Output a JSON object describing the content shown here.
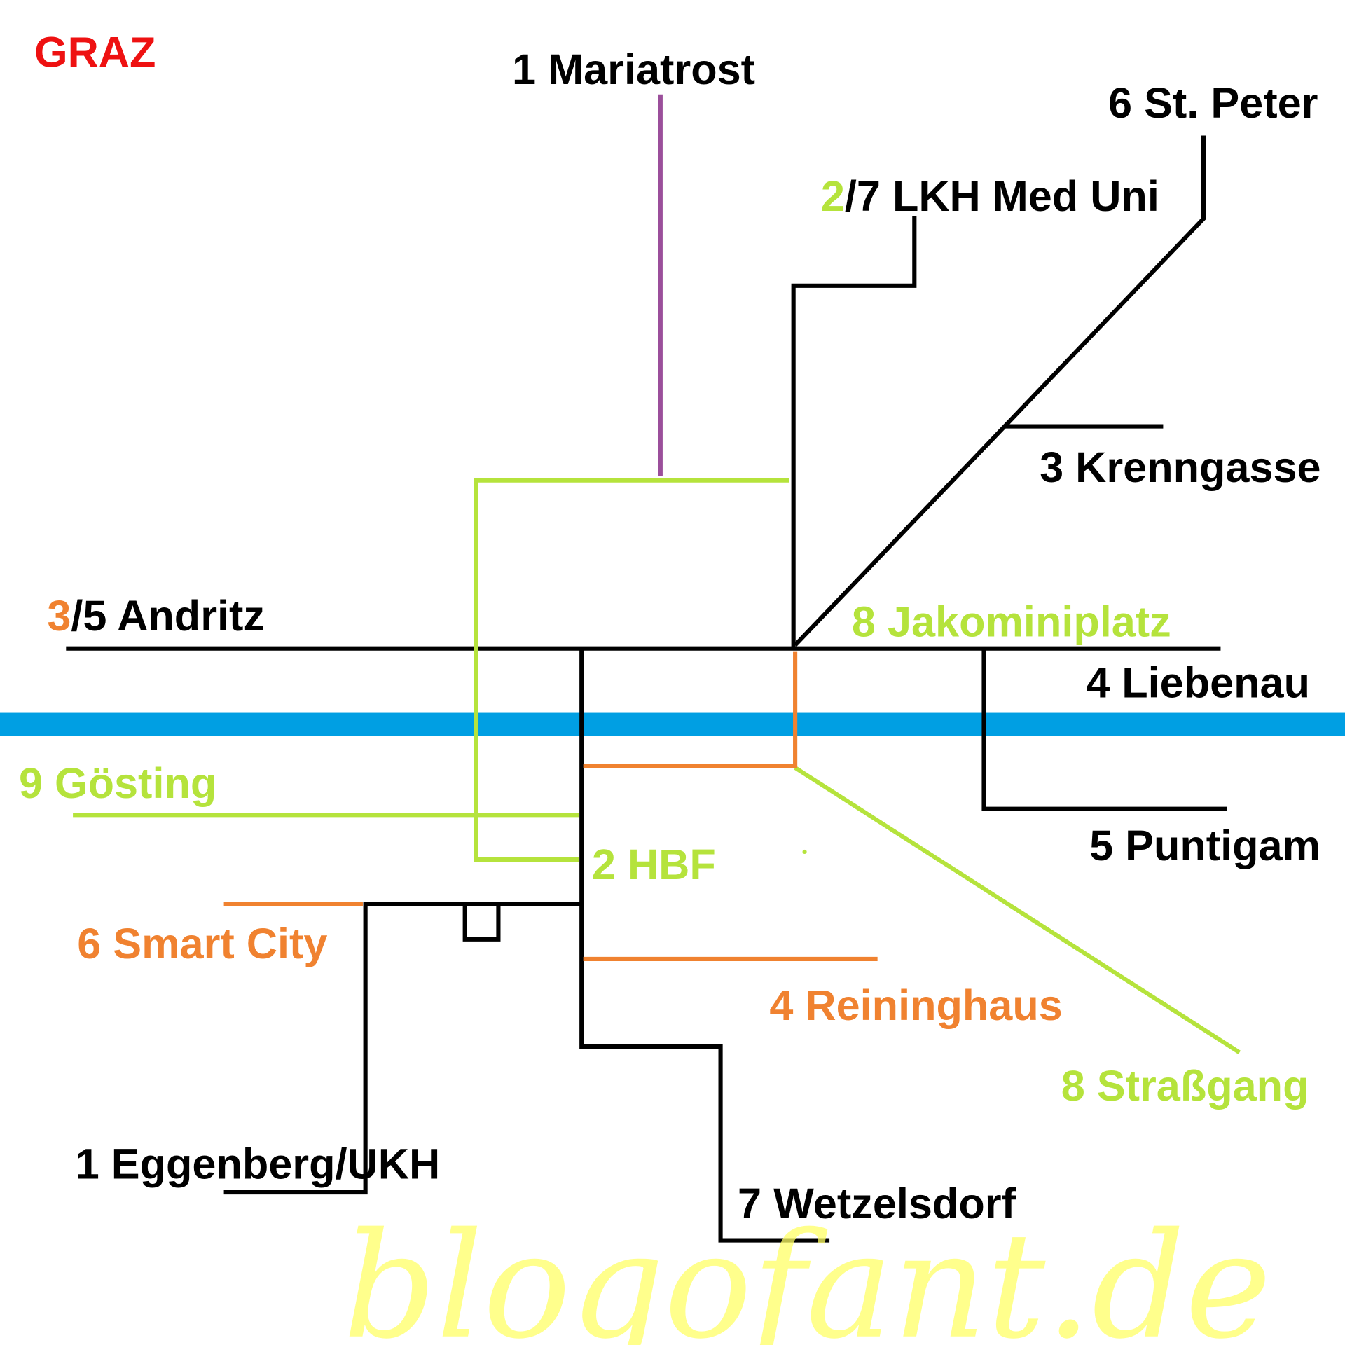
{
  "title": "GRAZ",
  "colors": {
    "river": "#009fe3",
    "black_line": "#000000",
    "green_line": "#b5e33c",
    "orange_line": "#f08230",
    "purple_line": "#9b4f9b",
    "title": "#ee1111"
  },
  "stops": {
    "mariatrost": "1 Mariatrost",
    "st_peter": "6 St. Peter",
    "lkh_num_green": "2",
    "lkh_rest": "/7 LKH Med Uni",
    "krenngasse": "3 Krenngasse",
    "andritz_num_orange": "3",
    "andritz_rest": "/5 Andritz",
    "jakominiplatz": "8 Jakominiplatz",
    "liebenau": "4 Liebenau",
    "goesting": "9 Gösting",
    "hbf": "2 HBF",
    "puntigam": "5 Puntigam",
    "smart_city": "6 Smart City",
    "reininghaus": "4 Reininghaus",
    "strassgang": "8 Straßgang",
    "eggenberg": "1 Eggenberg/UKH",
    "wetzelsdorf": "7 Wetzelsdorf"
  },
  "watermark": "blogofant.de"
}
